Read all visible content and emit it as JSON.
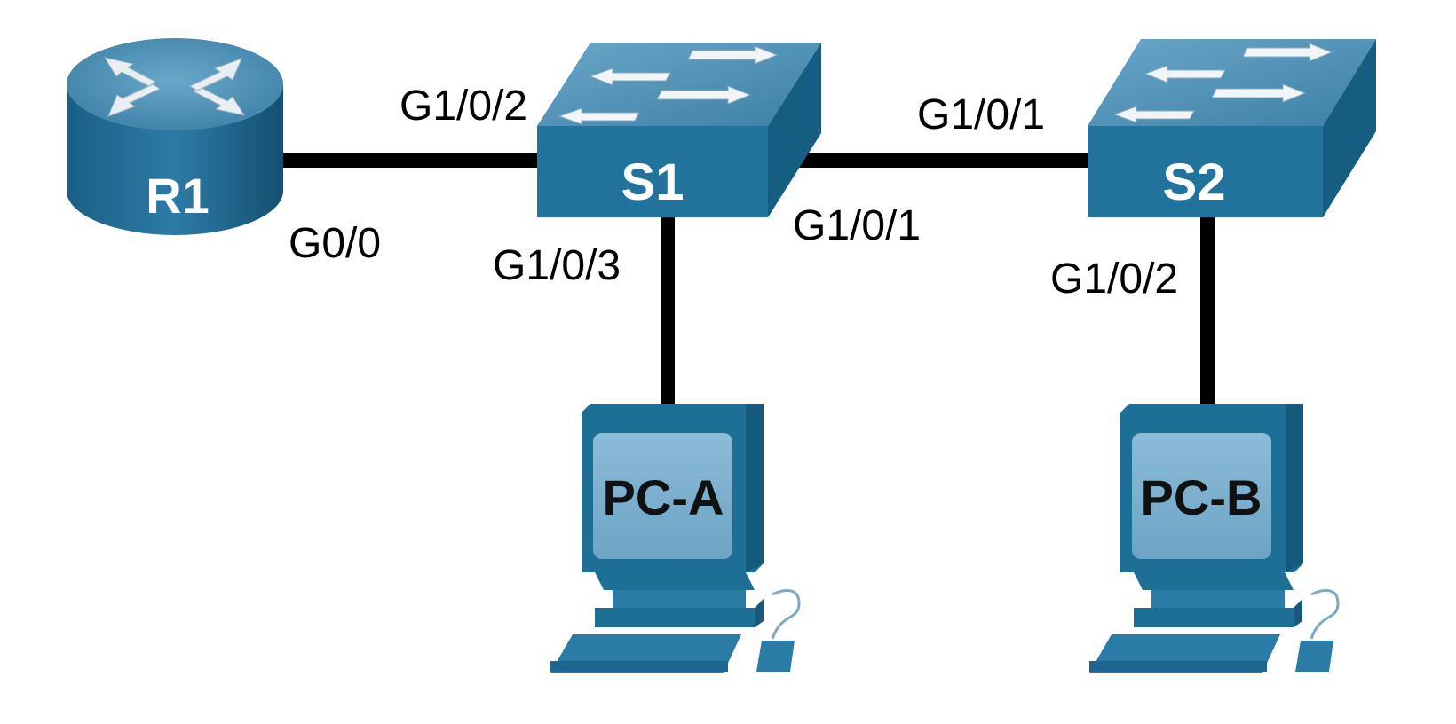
{
  "colors": {
    "device_top": "#4f8fb0",
    "device_front": "#1e6f95",
    "device_side": "#155a7c",
    "screen": "#7fb0cf",
    "link": "#000000"
  },
  "devices": {
    "r1": {
      "label": "R1",
      "icon": "router-icon"
    },
    "s1": {
      "label": "S1",
      "icon": "switch-icon"
    },
    "s2": {
      "label": "S2",
      "icon": "switch-icon"
    },
    "pca": {
      "label": "PC-A",
      "icon": "pc-icon"
    },
    "pcb": {
      "label": "PC-B",
      "icon": "pc-icon"
    }
  },
  "ports": {
    "r1_g00": "G0/0",
    "s1_g102": "G1/0/2",
    "s1_g103": "G1/0/3",
    "s1_g101": "G1/0/1",
    "s2_g101": "G1/0/1",
    "s2_g102": "G1/0/2"
  }
}
